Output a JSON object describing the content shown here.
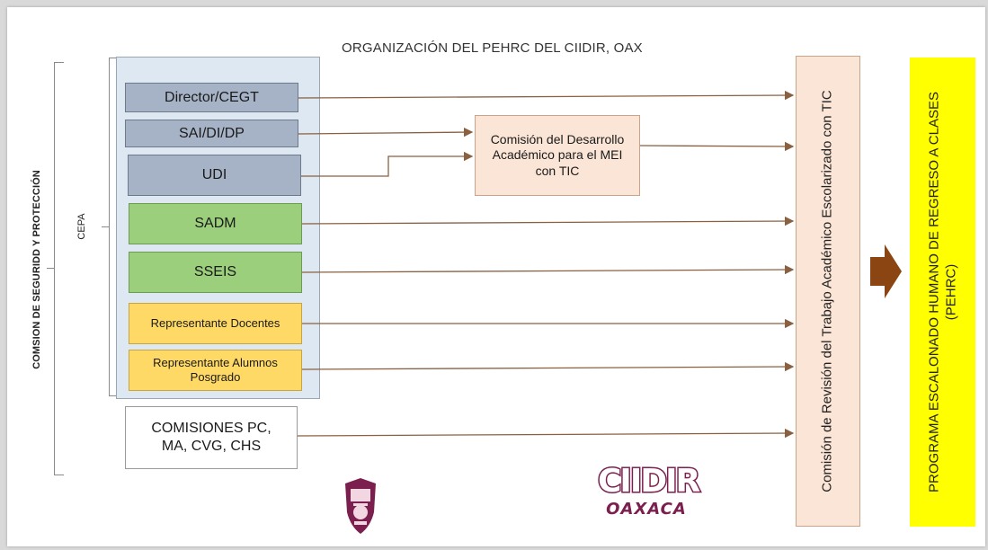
{
  "title": "ORGANIZACIÓN DEL PEHRC DEL CIIDIR, OAX",
  "outer_label": "COMSION DE SEGURIDD Y PROTECCIÓN",
  "cepa_label": "CEPA",
  "cepa_members": {
    "director": "Director/CEGT",
    "sai": "SAI/DI/DP",
    "udi": "UDI",
    "sadm": "SADM",
    "sseis": "SSEIS",
    "rep_docentes": "Representante Docentes",
    "rep_alumnos": "Representante Alumnos Posgrado"
  },
  "comisiones": "COMISIONES PC, MA, CVG, CHS",
  "comision_desarrollo": "Comisión del Desarrollo Académico para el MEI con TIC",
  "comision_revision": "Comisión de Revisión del Trabajo Académico Escolarizado con TIC",
  "programa": "PROGRAMA ESCALONADO HUMANO DE REGRESO A CLASES (PEHRC)",
  "logos": {
    "ipn_icon": "ipn-shield-logo",
    "ciidir_word": "CIIDIR",
    "ciidir_sub": "OAXACA"
  },
  "colors": {
    "gray_box": "#a6b3c6",
    "green_box": "#9bcf7c",
    "yellow_box": "#ffd966",
    "peach_box": "#fbe5d6",
    "program_column": "#ffff00",
    "arrow": "#8b4513",
    "brand": "#7b1f4e"
  }
}
